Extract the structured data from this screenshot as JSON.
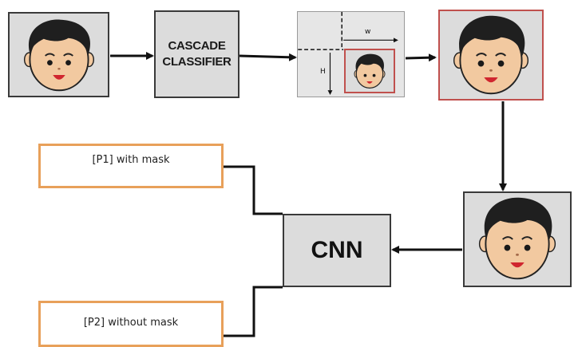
{
  "diagram": {
    "classifier_label_line1": "CASCADE",
    "classifier_label_line2": "CLASSIFIER",
    "width_label": "w",
    "height_label": "H",
    "cnn_label": "CNN",
    "output_1": "[P1] with mask",
    "output_2": "[P2] without mask"
  },
  "colors": {
    "box_fill": "#dcdcdc",
    "box_border": "#3a3a3a",
    "face_box_border": "#c0504d",
    "output_border": "#e8a05a",
    "arrow": "#111111"
  }
}
